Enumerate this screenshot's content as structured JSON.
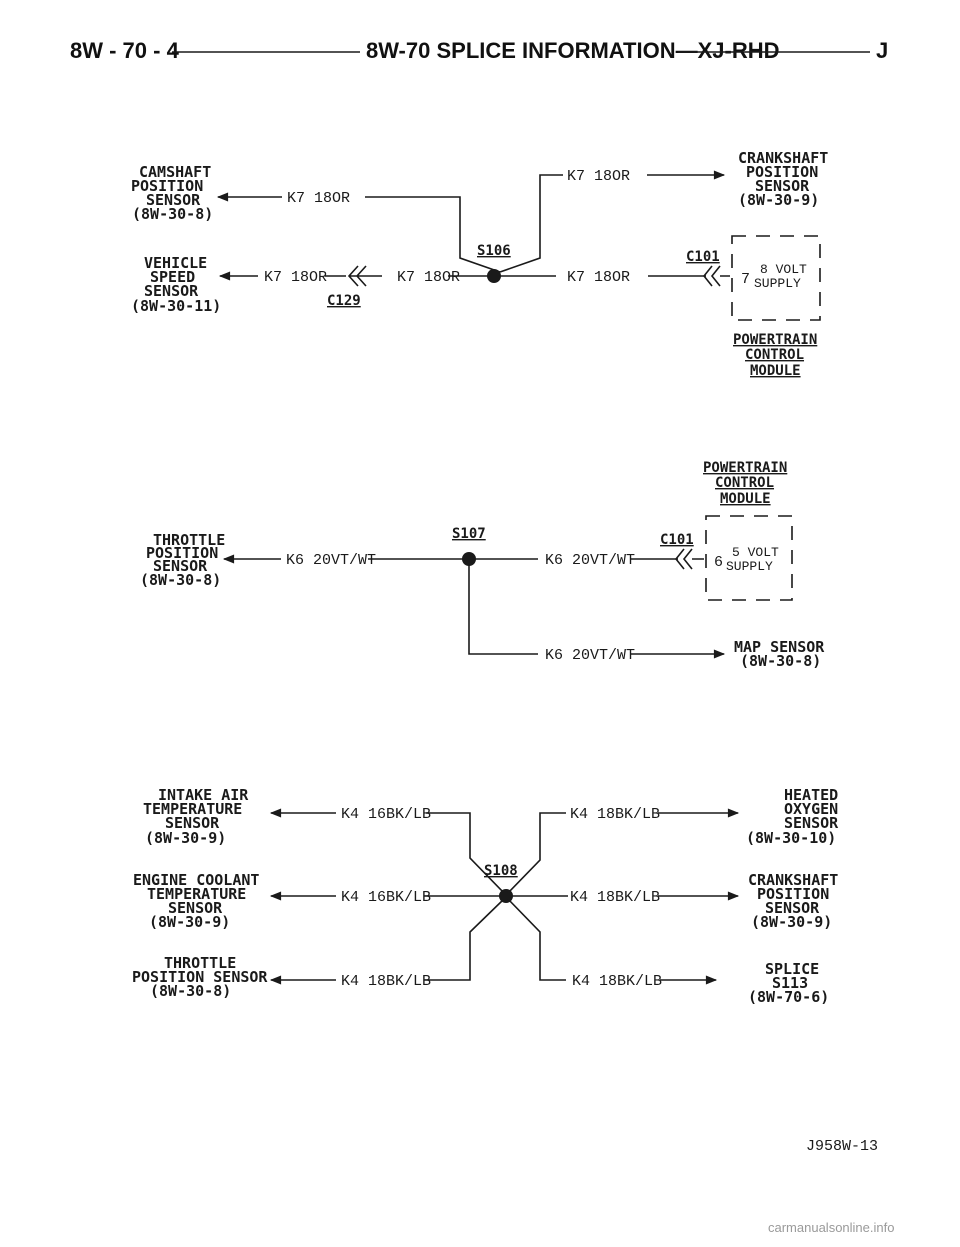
{
  "header": {
    "page_number": "8W - 70 - 4",
    "title": "8W-70 SPLICE INFORMATION—XJ-RHD",
    "corner_mark": "J"
  },
  "diagram1": {
    "camshaft": [
      "CAMSHAFT",
      "POSITION",
      "SENSOR",
      "(8W-30-8)"
    ],
    "vss": [
      "VEHICLE",
      "SPEED",
      "SENSOR",
      "(8W-30-11)"
    ],
    "crankshaft": [
      "CRANKSHAFT",
      "POSITION",
      "SENSOR",
      "(8W-30-9)"
    ],
    "wire": "K7 18OR",
    "splice": "S106",
    "connector_vss": "C129",
    "connector_pcm": "C101",
    "pin": "7",
    "pin_label": [
      "8 VOLT",
      "SUPPLY"
    ],
    "module": [
      "POWERTRAIN",
      "CONTROL",
      "MODULE"
    ]
  },
  "diagram2": {
    "module": [
      "POWERTRAIN",
      "CONTROL",
      "MODULE"
    ],
    "tps": [
      "THROTTLE",
      "POSITION",
      "SENSOR",
      "(8W-30-8)"
    ],
    "wire": "K6 20VT/WT",
    "splice": "S107",
    "connector_pcm": "C101",
    "pin": "6",
    "pin_label": [
      "5 VOLT",
      "SUPPLY"
    ],
    "map": [
      "MAP SENSOR",
      "(8W-30-8)"
    ]
  },
  "diagram3": {
    "iat": [
      "INTAKE AIR",
      "TEMPERATURE",
      "SENSOR",
      "(8W-30-9)"
    ],
    "ect": [
      "ENGINE COOLANT",
      "TEMPERATURE",
      "SENSOR",
      "(8W-30-9)"
    ],
    "tps": [
      "THROTTLE",
      "POSITION SENSOR",
      "(8W-30-8)"
    ],
    "o2": [
      "HEATED",
      "OXYGEN",
      "SENSOR",
      "(8W-30-10)"
    ],
    "ckp": [
      "CRANKSHAFT",
      "POSITION",
      "SENSOR",
      "(8W-30-9)"
    ],
    "splice_ref": [
      "SPLICE",
      "S113",
      "(8W-70-6)"
    ],
    "wire_16": "K4 16BK/LB",
    "wire_18": "K4 18BK/LB",
    "splice": "S108"
  },
  "figure_id": "J958W-13",
  "footer": "carmanualsonline.info"
}
